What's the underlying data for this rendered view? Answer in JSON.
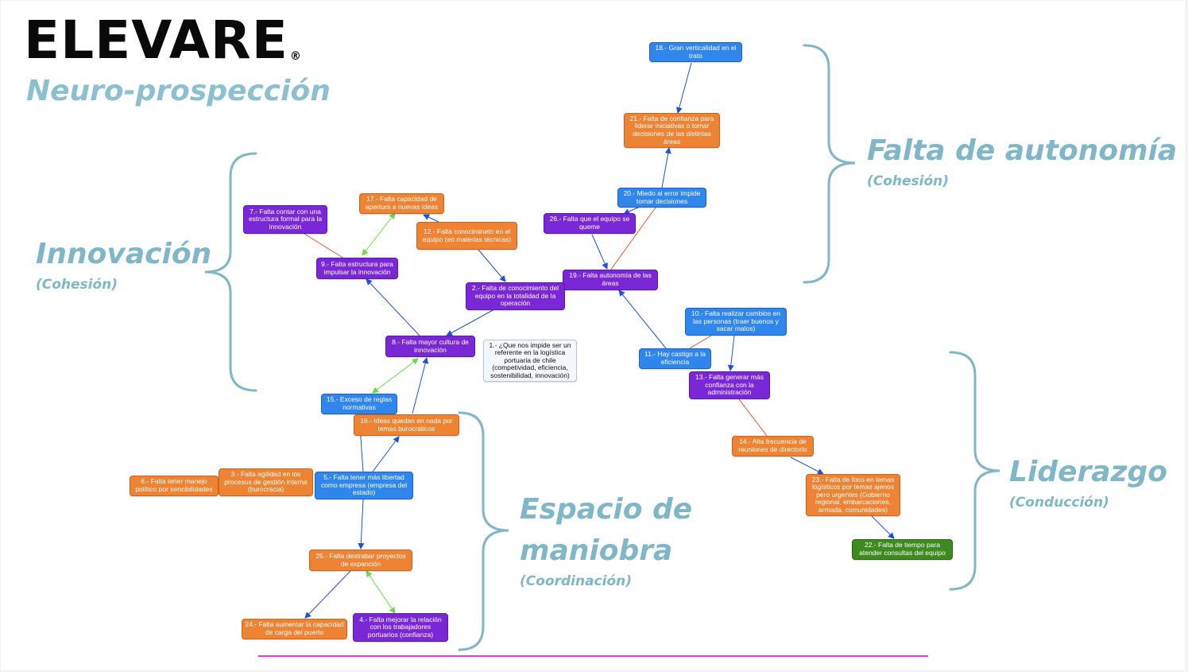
{
  "brand": {
    "name": "ELEVARE",
    "reg": "®",
    "subtitle": "Neuro-prospección"
  },
  "categories": {
    "innovacion": {
      "name": "Innovación",
      "sub": "(Cohesión)"
    },
    "autonomia": {
      "name": "Falta de autonomía",
      "sub": "(Cohesión)"
    },
    "espacio": {
      "name_1": "Espacio de",
      "name_2": "maniobra",
      "sub": "(Coordinación)"
    },
    "liderazgo": {
      "name": "Liderazgo",
      "sub": "(Conducción)"
    }
  },
  "colors": {
    "bracket": "#7fb6c8",
    "orange": "#ee8433",
    "purple": "#7a27d8",
    "blue": "#2f86ec",
    "green": "#3d8a1e",
    "divider": "#e23bd5"
  },
  "nodes": {
    "n1": "1.- ¿Que nos impide ser un referente en la logística portuaria de chile (competividad, eficiencia, sostenibilidad, innovación)",
    "n2": "2.- Falta de conocimiento del equipo en la totalidad de la operación",
    "n3": "3.- Falta agilidad en los procesos de gestión interna (burocracia)",
    "n4": "4.- Falta mejorar la relación con los trabajadores portuarios (confianza)",
    "n5": "5.- Falta tener más libertad como empresa (empresa del estado)",
    "n6": "6.- Falta tener manejo político por sencibilidades",
    "n7": "7.- Falta contar con una estructura formal para la innovación",
    "n8": "8.- Falta mayor cultura de innovación",
    "n9": "9.- Falta estructura para impulsar la innovación",
    "n10": "10.- Falta realizar cambios en las personas (traer buenos y sacar malos)",
    "n11": "11.- Hay castigo a la eficiencia",
    "n12": "12.- Falta conocimineto en el equipo (en materias técnicas)",
    "n13": "13.- Falta generar más confianza con la administración",
    "n14": "14.- Alta frecuencia de reuniones de directorio",
    "n15": "15.- Exceso de reglas normativas",
    "n16": "16.- Ideas quedan en nada por temas burocraticos",
    "n17": "17.- Falta capacidad de apertura a nuevas ideas",
    "n18": "18.- Gran verticalidad en el trato",
    "n19": "19.- Falta autonomía de las áreas",
    "n20": "20.- Miedo al error impide tomar decisiones",
    "n21": "21.- Falta de confianza para liderar iniciativas o  tomar decisiones de las distintas áreas",
    "n22": "22.- Falta de tiempo para atender consultas del equipo",
    "n23": "23.- Falta de foco en temas logísticos por temas ajenos pero urgentes (Gobierno regional, embarcaciones, armada, comunidades)",
    "n24": "24.- Falta aumentar la capacidad de carga del puerto",
    "n25": "25.- Falta destrabar proyectos de expanción",
    "n26": "26.- Falta que el equipo se queme"
  }
}
